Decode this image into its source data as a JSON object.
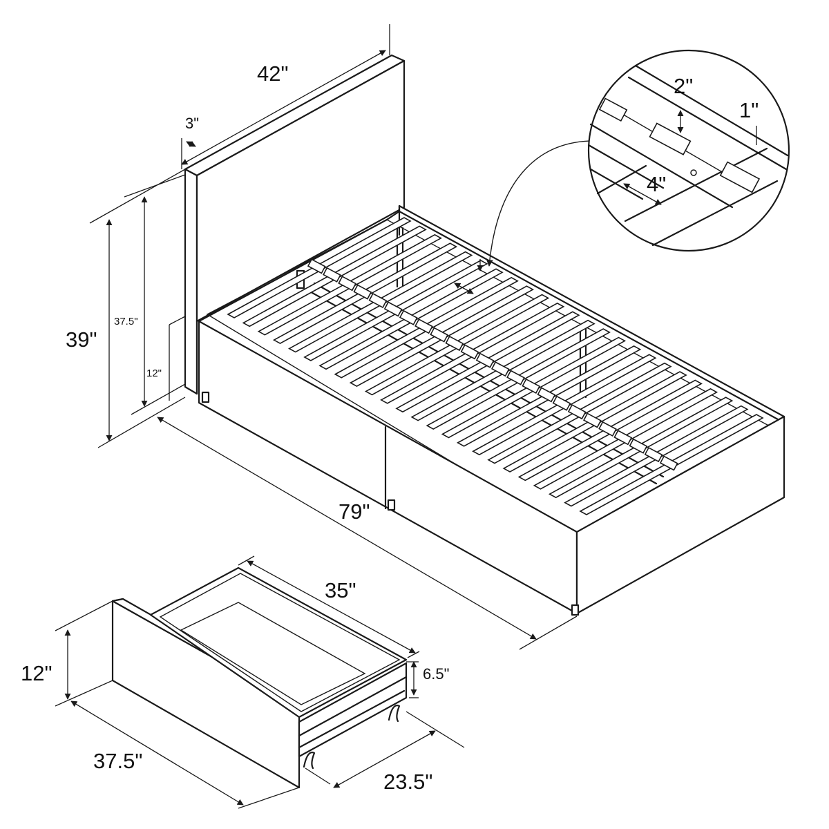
{
  "dimensions": {
    "headboard_width": "42\"",
    "headboard_thickness": "3\"",
    "total_height": "39\"",
    "headboard_panel_height": "37.5\"",
    "floor_clearance": "12\"",
    "bed_length": "79\"",
    "slat_gap": "2\"",
    "slat_thickness": "1\"",
    "slat_width": "4\"",
    "drawer_length": "35\"",
    "drawer_height": "12\"",
    "drawer_inner_depth": "6.5\"",
    "drawer_front_width": "37.5\"",
    "drawer_depth": "23.5\""
  }
}
